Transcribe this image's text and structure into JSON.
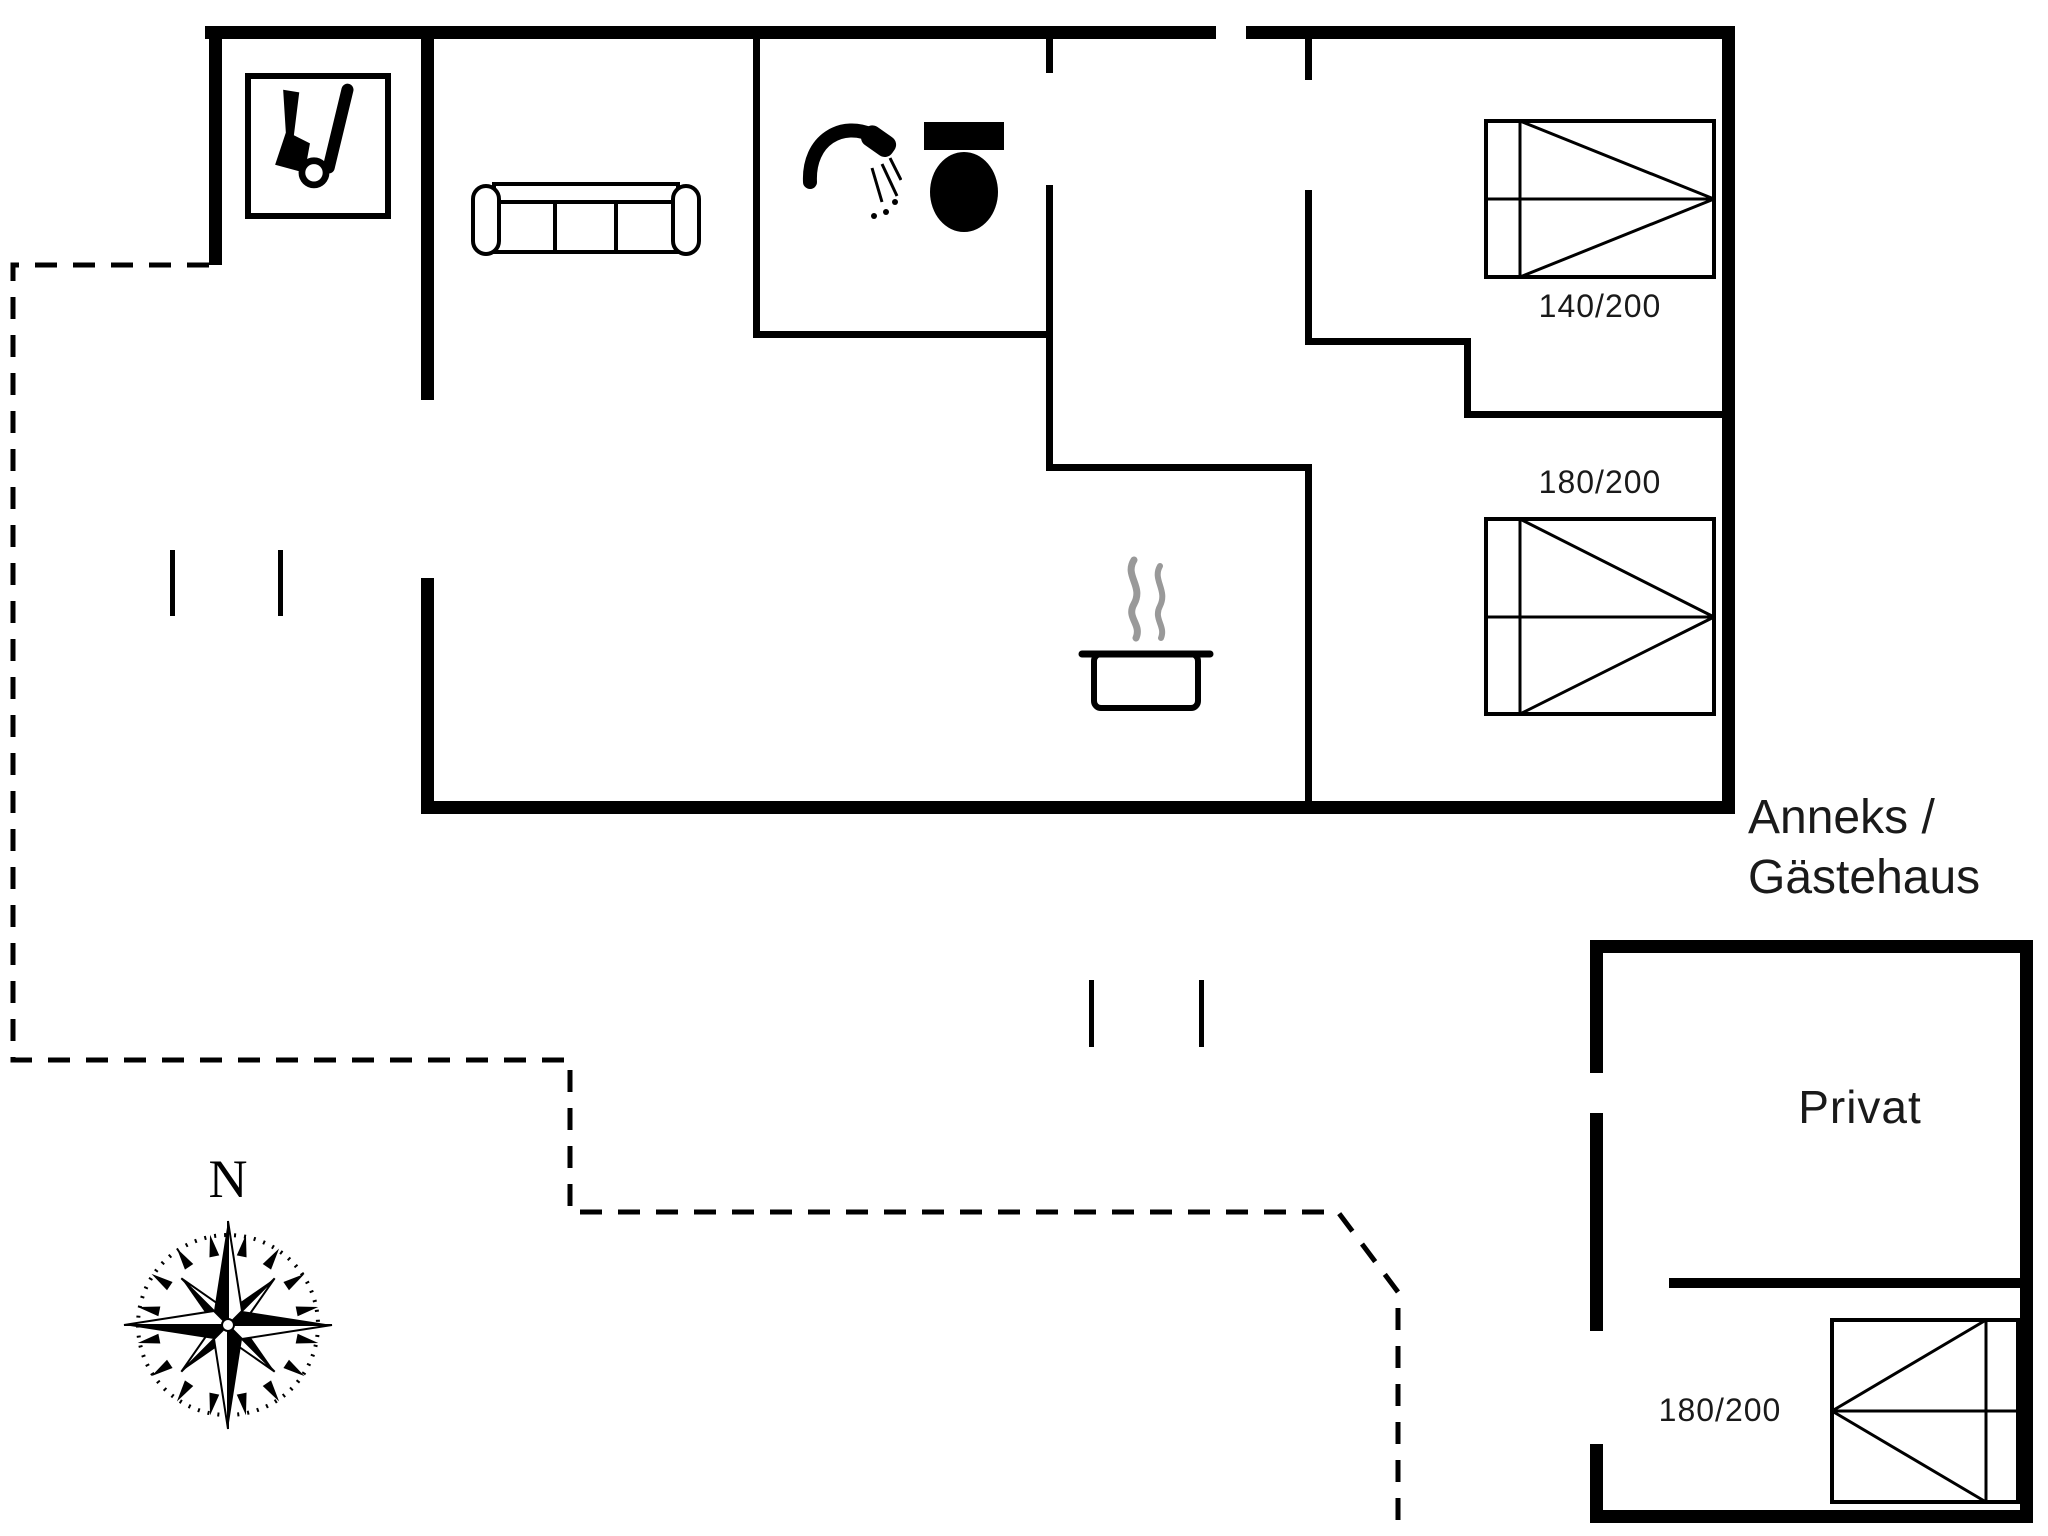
{
  "page": {
    "type": "summer-house-floor-plan"
  },
  "labels": {
    "bed_main_1": "140/200",
    "bed_main_2": "180/200",
    "bed_annex": "180/200",
    "annex_line1": "Anneks /",
    "annex_line2": "Gästehaus",
    "privat": "Privat",
    "compass_north": "N"
  },
  "colors": {
    "wall": "#000000",
    "background": "#ffffff",
    "steam": "#999999"
  },
  "icons": [
    "wood-stove-icon",
    "sofa-icon",
    "shower-icon",
    "toilet-icon",
    "cooking-pot-icon",
    "double-bed-icon",
    "compass-rose-icon",
    "terrace-boundary-dashed"
  ]
}
